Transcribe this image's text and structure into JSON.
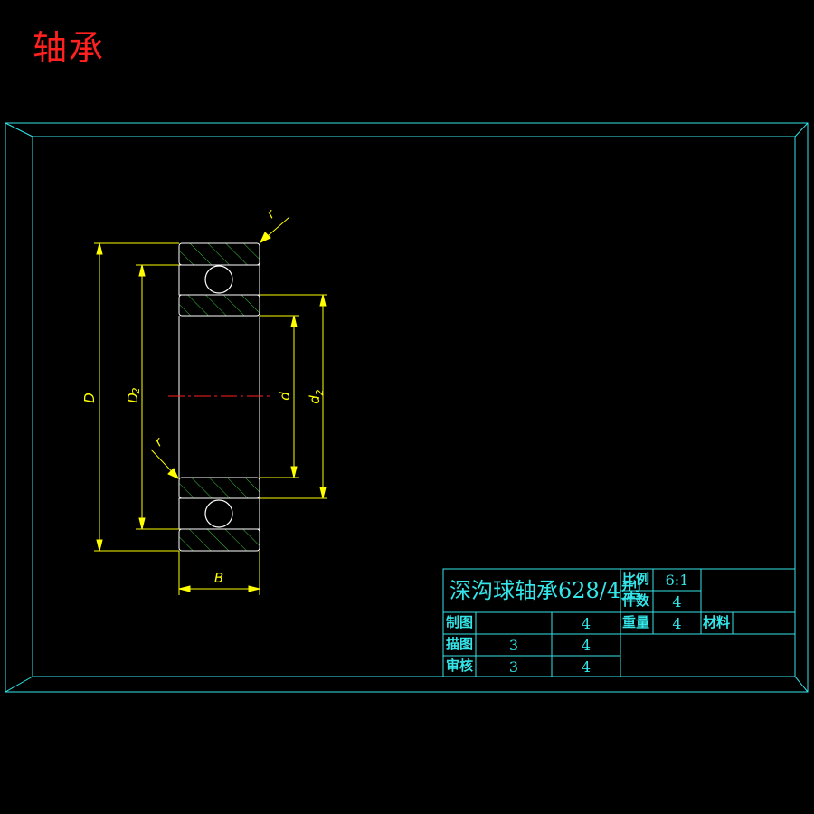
{
  "heading": "轴承",
  "drawing": {
    "dimension_labels": {
      "D": "D",
      "D2": "D",
      "D2_sub": "2",
      "d": "d",
      "d2": "d",
      "d2_sub": "2",
      "B": "B",
      "r_top": "r",
      "r_bottom": "r"
    }
  },
  "title_block": {
    "part_name": "深沟球轴承628/4型",
    "scale_label": "比例",
    "scale_value": "6:1",
    "quantity_label": "件数",
    "quantity_value": "4",
    "drawn_label": "制图",
    "drawn_value_1": "",
    "drawn_value_2": "4",
    "weight_label": "重量",
    "weight_value": "4",
    "material_label": "材料",
    "traced_label": "描图",
    "traced_value_1": "3",
    "traced_value_2": "4",
    "checked_label": "审核",
    "checked_value_1": "3",
    "checked_value_2": "4"
  },
  "colors": {
    "frame": "#33e5e8",
    "outline": "#ffffff",
    "hatch": "#3cc43c",
    "dimension": "#ffff00",
    "centerline": "#ff2020",
    "heading": "#ff2020"
  }
}
